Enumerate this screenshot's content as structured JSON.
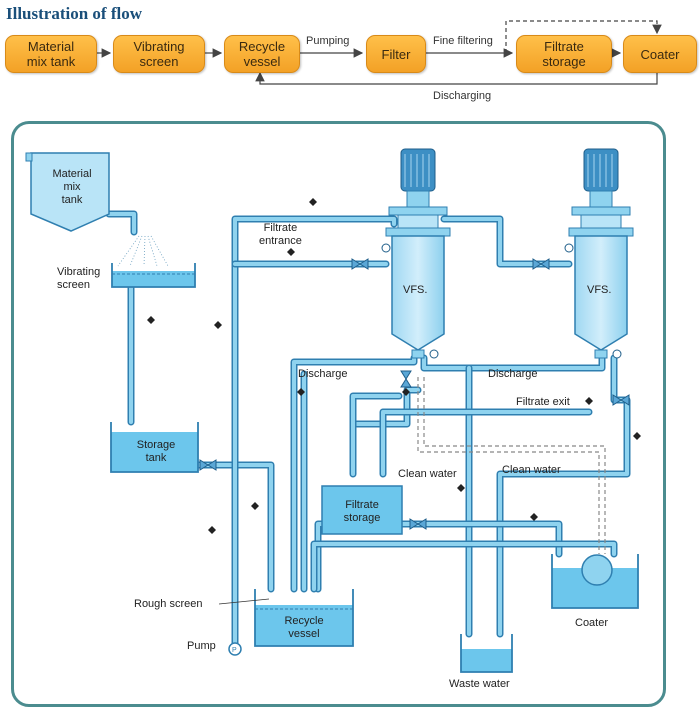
{
  "title": "Illustration of flow",
  "flow": {
    "boxes": [
      "Material\nmix tank",
      "Vibrating\nscreen",
      "Recycle\nvessel",
      "Filter",
      "Filtrate\nstorage",
      "Coater"
    ],
    "labels": {
      "pumping": "Pumping",
      "fine_filtering": "Fine filtering",
      "discharging": "Discharging"
    },
    "colors": {
      "box": "#f7a936",
      "arrow": "#444444"
    }
  },
  "diagram": {
    "material_mix_tank": "Material\nmix\ntank",
    "vibrating_screen": "Vibrating\nscreen",
    "storage_tank": "Storage\ntank",
    "filtrate_entrance": "Filtrate\nentrance",
    "vfs_1": "VFS.",
    "vfs_2": "VFS.",
    "discharge_1": "Discharge",
    "discharge_2": "Discharge",
    "filtrate_exit": "Filtrate exit",
    "clean_water_1": "Clean water",
    "clean_water_2": "Clean water",
    "filtrate_storage": "Filtrate\nstorage",
    "rough_screen": "Rough screen",
    "recycle_vessel": "Recycle\nvessel",
    "pump": "Pump",
    "waste_water": "Waste water",
    "coater": "Coater",
    "colors": {
      "pipe": "#8fd3ef",
      "pipe_edge": "#2f7fb0",
      "vessel": "#b9e4f7",
      "water": "#6cc6ec",
      "motor": "#3d8fc4",
      "frame": "#4b8c8f"
    }
  }
}
